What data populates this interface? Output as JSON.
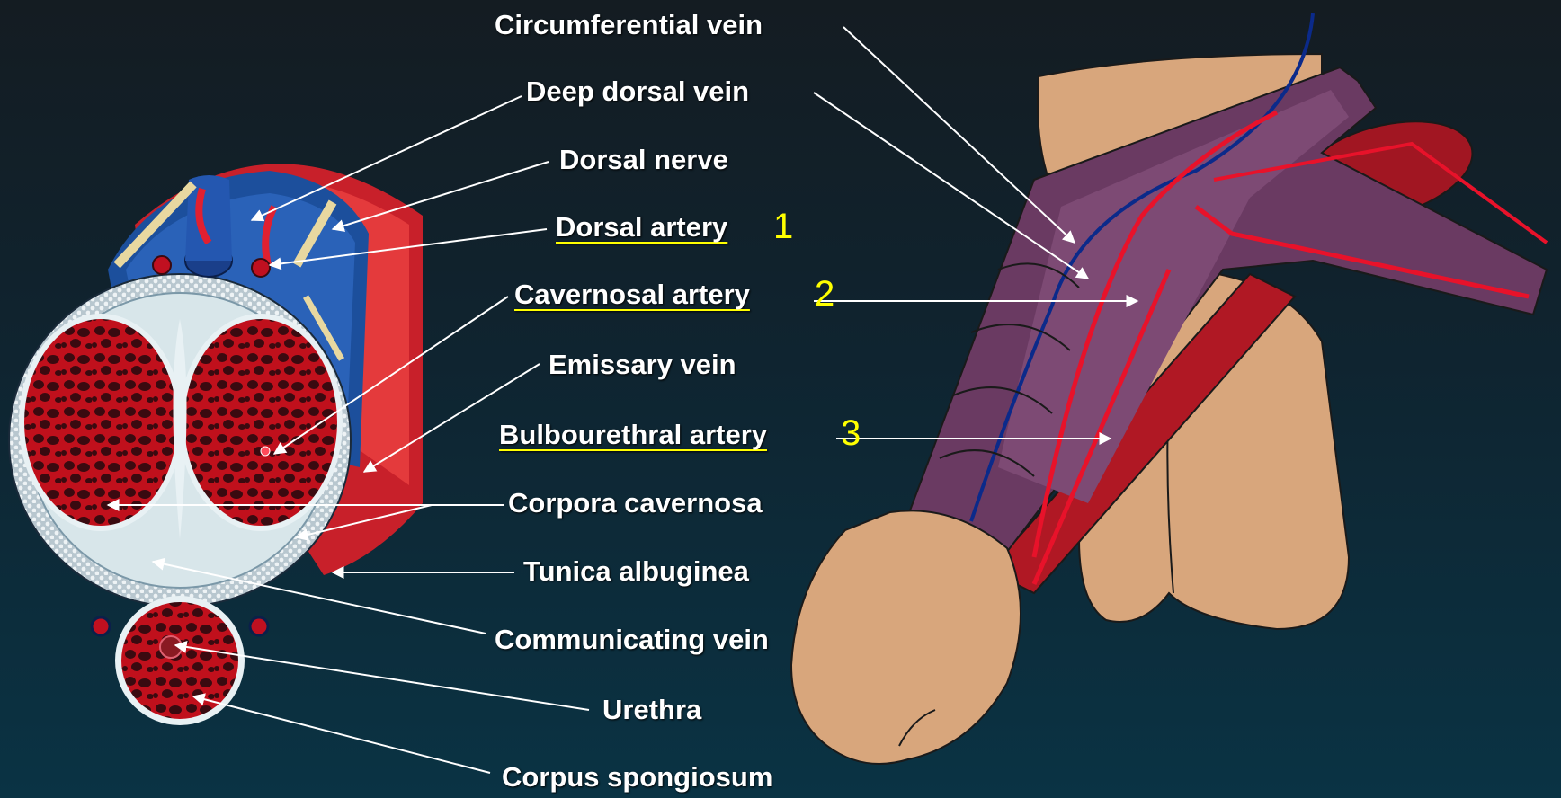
{
  "labels": {
    "circumferential_vein": "Circumferential vein",
    "deep_dorsal_vein": "Deep dorsal vein",
    "dorsal_nerve": "Dorsal nerve",
    "dorsal_artery": "Dorsal artery",
    "cavernosal_artery": "Cavernosal artery",
    "emissary_vein": "Emissary vein",
    "bulbourethral_artery": "Bulbourethral artery",
    "corpora_cavernosa": "Corpora cavernosa",
    "tunica_albuginea": "Tunica albuginea",
    "communicating_vein": "Communicating vein",
    "urethra": "Urethra",
    "corpus_spongiosum": "Corpus spongiosum"
  },
  "markers": {
    "dorsal_artery": "1",
    "cavernosal_artery": "2",
    "bulbourethral_artery": "3"
  },
  "colors": {
    "background_top": "#141c22",
    "background_bottom": "#0a3344",
    "label_text": "#ffffff",
    "marker_text": "#ffff00",
    "leader_line": "#ffffff",
    "artery": "#e8122a",
    "vein": "#0b2a8a",
    "shaft": "#6a3a62",
    "skin": "#d8a67c"
  }
}
